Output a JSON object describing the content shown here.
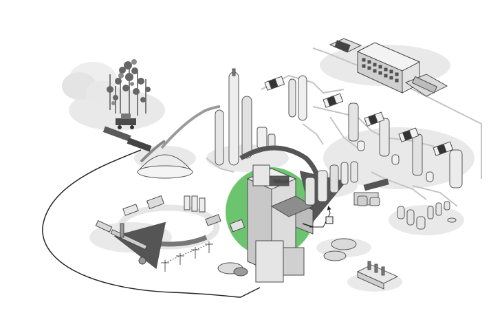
{
  "diagram": {
    "brand_label": "Valmet",
    "colors": {
      "background": "#ffffff",
      "highlight": "#6cc46f",
      "ground_shadow": "#e6e6e6",
      "machine_light": "#f2f2f2",
      "machine_mid": "#d9d9d9",
      "machine_dark": "#8c8c8c",
      "outline": "#4a4a4a",
      "cycle_arrow": "#555555",
      "pipe": "#bdbdbd",
      "cable": "#222222"
    },
    "sections": [
      {
        "id": "forest",
        "icon": "forest-icon"
      },
      {
        "id": "harvesting",
        "icon": "harvester-icon"
      },
      {
        "id": "chip-pile",
        "icon": "chip-pile-icon"
      },
      {
        "id": "digesters",
        "icon": "digester-icon"
      },
      {
        "id": "recovery-boiler",
        "icon": "boiler-building-icon"
      },
      {
        "id": "chemical-tanks",
        "icon": "tank-icon"
      },
      {
        "id": "paper-machine",
        "icon": "paper-machine-icon"
      },
      {
        "id": "finishing-building",
        "icon": "building-icon"
      },
      {
        "id": "recycling-loop",
        "icon": "recycle-arrow-icon"
      },
      {
        "id": "power-lines",
        "icon": "power-pylon-icon"
      },
      {
        "id": "water-treatment",
        "icon": "clarifier-icon"
      },
      {
        "id": "control-system",
        "icon": "automation-icon"
      }
    ]
  }
}
